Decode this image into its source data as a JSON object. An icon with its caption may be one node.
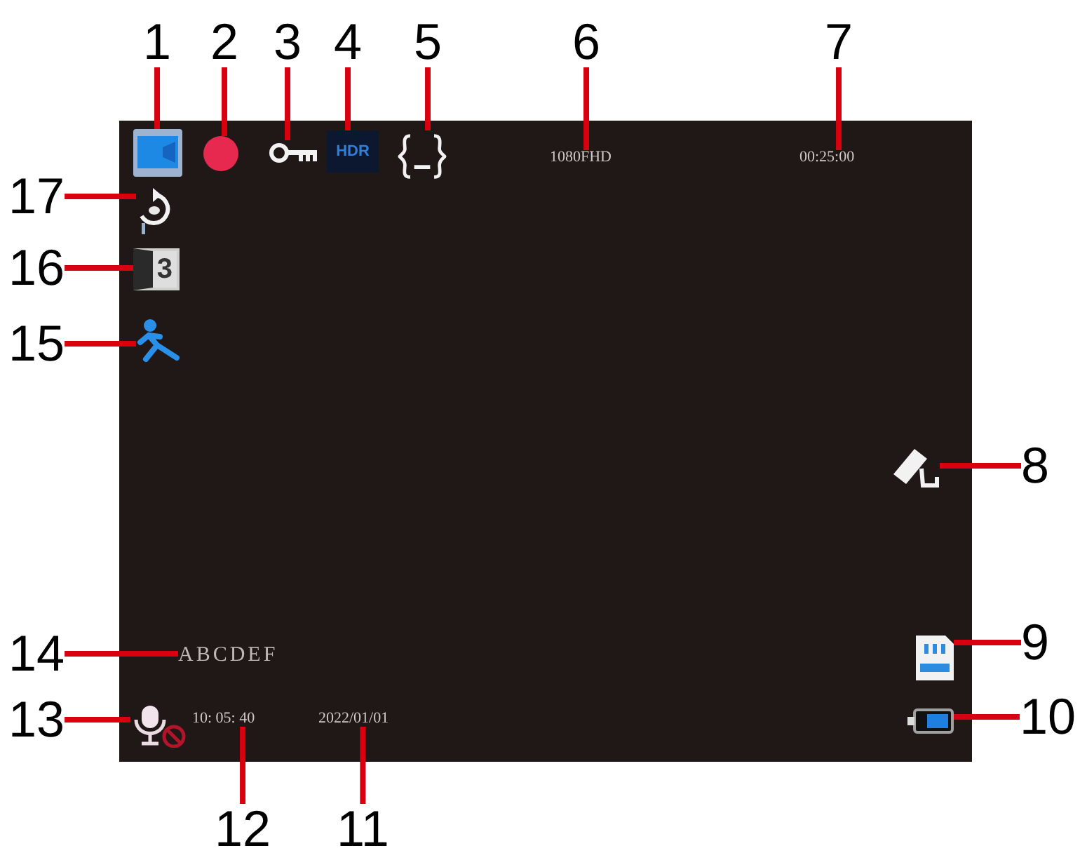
{
  "diagram": {
    "nodes": [
      {
        "text": [],
        "shape": "box"
      },
      {
        "text": [
          "1"
        ]
      },
      {
        "text": [
          "2"
        ]
      },
      {
        "text": [
          "3"
        ]
      },
      {
        "text": [
          "4"
        ]
      },
      {
        "text": [
          "5"
        ]
      },
      {
        "text": [
          "6"
        ]
      },
      {
        "text": [
          "7"
        ]
      },
      {
        "text": [
          "8"
        ]
      },
      {
        "text": [
          "9"
        ]
      },
      {
        "text": [
          "10"
        ]
      },
      {
        "text": [
          "11"
        ]
      },
      {
        "text": [
          "12"
        ]
      },
      {
        "text": [
          "13"
        ]
      },
      {
        "text": [
          "14"
        ]
      },
      {
        "text": [
          "15"
        ]
      },
      {
        "text": [
          "16"
        ]
      },
      {
        "text": [
          "17"
        ]
      },
      {
        "text": [],
        "shape": "picture",
        "in": 0
      },
      {
        "text": [],
        "shape": "circle",
        "in": 0
      },
      {
        "text": [],
        "shape": "picture",
        "in": 0
      },
      {
        "text": [
          "HDR"
        ],
        "in": 0
      },
      {
        "text": [],
        "shape": "picture",
        "in": 0
      },
      {
        "text": [
          "1080FHD"
        ],
        "in": 0
      },
      {
        "text": [
          "00:25:00"
        ],
        "in": 0
      },
      {
        "text": [],
        "shape": "picture",
        "in": 0
      },
      {
        "text": [],
        "shape": "picture",
        "in": 0
      },
      {
        "text": [],
        "shape": "picture",
        "in": 0
      },
      {
        "text": [
          "2022/01/01"
        ],
        "in": 0
      },
      {
        "text": [
          "10: 05: 40"
        ],
        "in": 0
      },
      {
        "text": [],
        "shape": "picture",
        "in": 0
      },
      {
        "text": [
          "ABCDEF"
        ],
        "in": 0
      },
      {
        "text": [],
        "shape": "picture",
        "in": 0
      },
      {
        "text": [
          "3"
        ],
        "in": 0
      },
      {
        "text": [],
        "shape": "picture",
        "in": 0
      }
    ],
    "edges": [
      {
        "from": 1,
        "to": 18,
        "arrow": "none"
      },
      {
        "from": 2,
        "to": 19,
        "arrow": "none"
      },
      {
        "from": 3,
        "to": 20,
        "arrow": "none"
      },
      {
        "from": 4,
        "to": 21,
        "arrow": "none"
      },
      {
        "from": 5,
        "to": 22,
        "arrow": "none"
      },
      {
        "from": 6,
        "to": 23,
        "arrow": "none"
      },
      {
        "from": 7,
        "to": 24,
        "arrow": "none"
      },
      {
        "from": 8,
        "to": 25,
        "arrow": "none"
      },
      {
        "from": 9,
        "to": 26,
        "arrow": "none"
      },
      {
        "from": 10,
        "to": 27,
        "arrow": "none"
      },
      {
        "from": 11,
        "to": 28,
        "arrow": "none"
      },
      {
        "from": 12,
        "to": 29,
        "arrow": "none"
      },
      {
        "from": 13,
        "to": 30,
        "arrow": "none"
      },
      {
        "from": 14,
        "to": 31,
        "arrow": "none"
      },
      {
        "from": 15,
        "to": 32,
        "arrow": "none"
      },
      {
        "from": 16,
        "to": 33,
        "arrow": "none"
      },
      {
        "from": 17,
        "to": 34,
        "arrow": "none"
      }
    ]
  }
}
